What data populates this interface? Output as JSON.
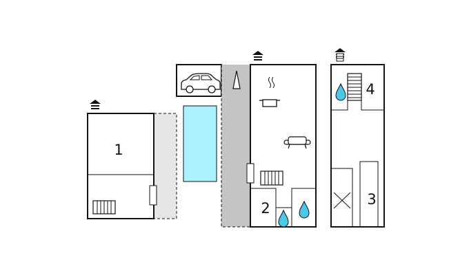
{
  "colors": {
    "wall": "#111111",
    "pool": "#a8f1fd",
    "path_light": "#e6e6e6",
    "path_dark": "#c4c4c4",
    "water_drop": "#4dc7e6",
    "background": "#ffffff"
  },
  "rooms": {
    "building_1": {
      "number": "1"
    },
    "building_2": {
      "number": "2"
    },
    "building_3": {
      "number": "3"
    },
    "building_4": {
      "number": "4"
    }
  },
  "icons": {
    "entrance": "house-entrance-icon",
    "car": "car-icon",
    "tree": "tree-icon",
    "cooking_pot": "cooking-pot-icon",
    "sofa": "sofa-icon",
    "radiator": "radiator-icon",
    "water_drop": "water-drop-icon",
    "stairs": "stairs-icon"
  }
}
